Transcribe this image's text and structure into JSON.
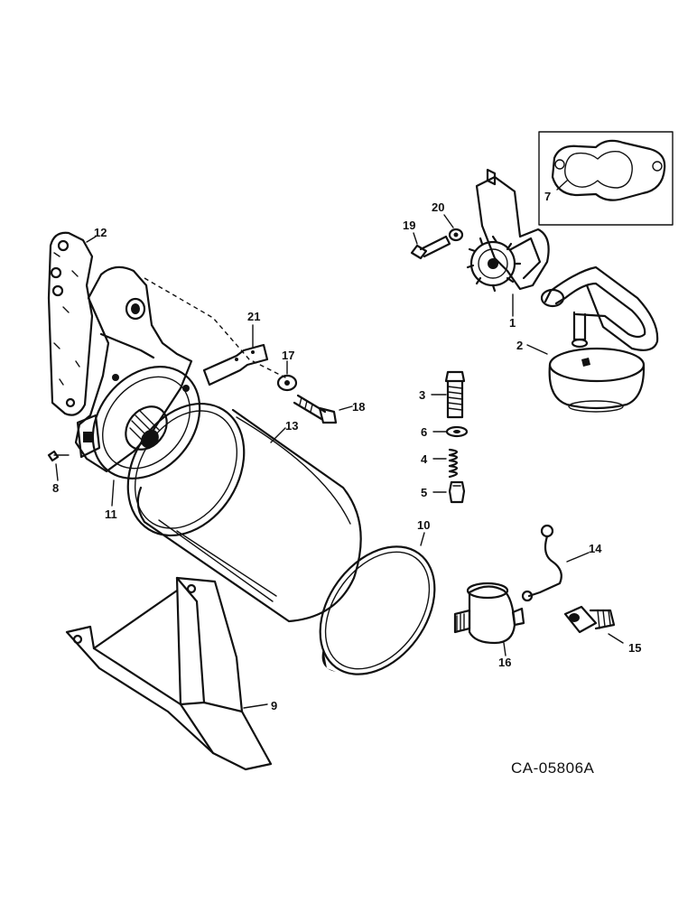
{
  "callouts": {
    "c1": "1",
    "c2": "2",
    "c3": "3",
    "c4": "4",
    "c5": "5",
    "c6": "6",
    "c7": "7",
    "c8": "8",
    "c9": "9",
    "c10": "10",
    "c11": "11",
    "c12": "12",
    "c13": "13",
    "c14": "14",
    "c15": "15",
    "c16": "16",
    "c17": "17",
    "c18": "18",
    "c19": "19",
    "c20": "20",
    "c21": "21"
  },
  "reference_code": "CA-05806A"
}
